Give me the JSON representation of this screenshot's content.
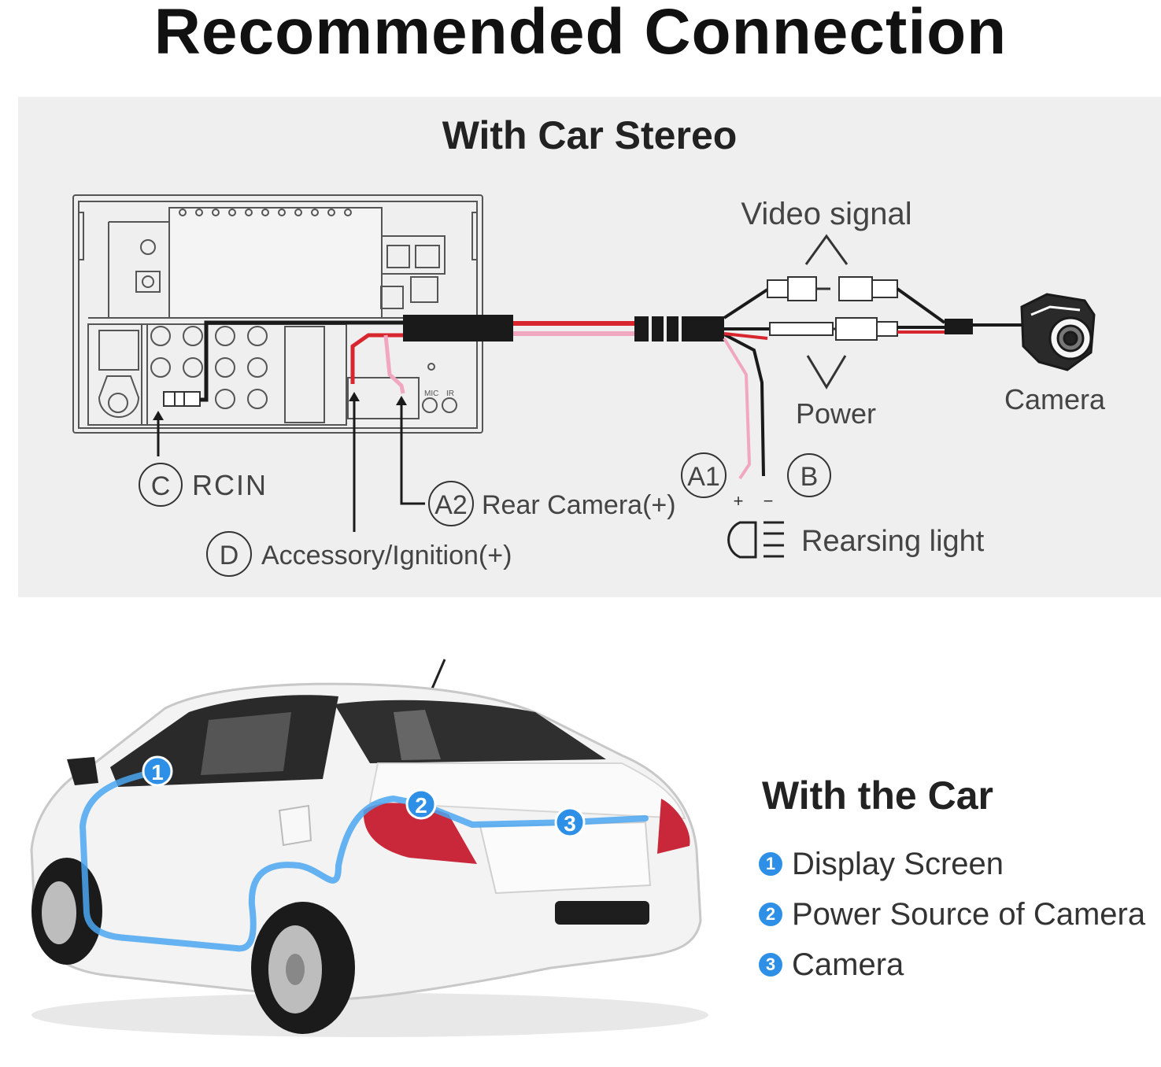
{
  "title": "Recommended Connection",
  "stereo_section": {
    "title": "With Car Stereo",
    "labels": {
      "video_signal": "Video signal",
      "power": "Power",
      "camera": "Camera",
      "rearsing_light": "Rearsing light",
      "rcin": "RCIN",
      "rear_camera": "Rear Camera(+)",
      "accessory": "Accessory/Ignition(+)",
      "mic": "MIC",
      "ir": "IR",
      "plus": "+",
      "minus": "−"
    },
    "markers": {
      "c": "C",
      "d": "D",
      "a1": "A1",
      "a2": "A2",
      "b": "B"
    },
    "wire_colors": {
      "power_red": "#d8262e",
      "pink": "#f0a7bf",
      "black": "#1a1a1a"
    }
  },
  "car_section": {
    "title": "With the Car",
    "markers": [
      "1",
      "2",
      "3"
    ],
    "legend": [
      {
        "num": "1",
        "label": "Display Screen"
      },
      {
        "num": "2",
        "label": "Power Source of Camera"
      },
      {
        "num": "3",
        "label": "Camera"
      }
    ],
    "route_color": "#4aa6f0"
  }
}
